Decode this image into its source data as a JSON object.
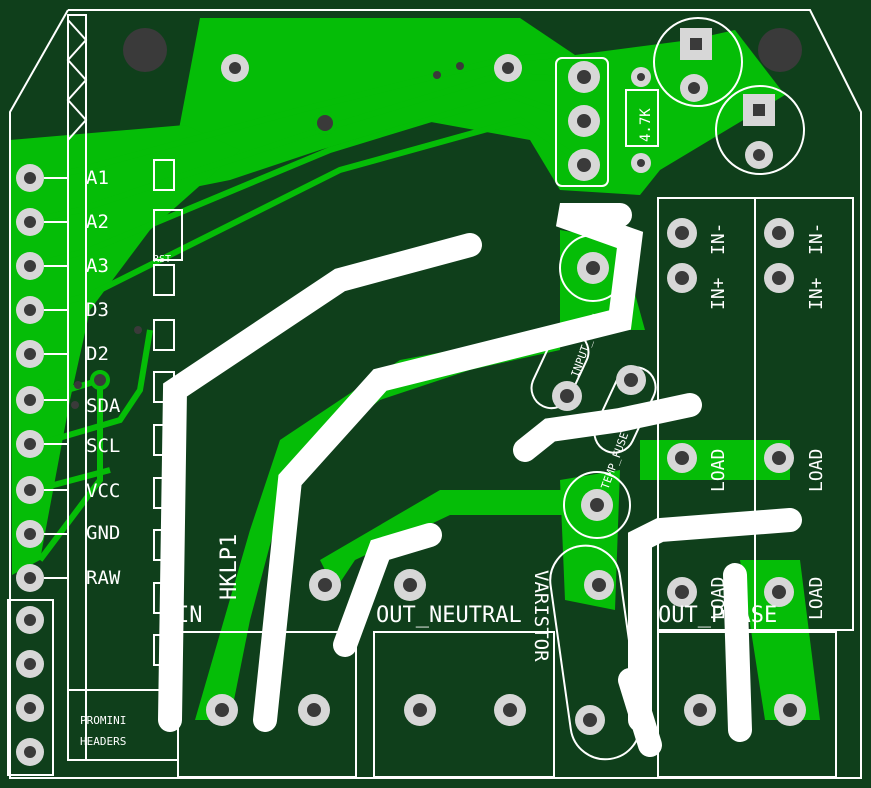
{
  "colors": {
    "board": "#0f3f1b",
    "copper": "#05bd07",
    "copper_dark": "#0a8f10",
    "silk": "#ffffff",
    "pad_ring": "#d7d7d7",
    "pad_hole": "#3a3a3a",
    "mount_hole": "#3a3a3a"
  },
  "pin_labels": [
    "A1",
    "A2",
    "A3",
    "D3",
    "D2",
    "SDA",
    "SCL",
    "VCC",
    "GND",
    "RAW"
  ],
  "component_labels": {
    "rst": "RST",
    "resistor": "4.7K",
    "hlk": "HKLP1",
    "input_fuse": "INPUT_FUSE",
    "temp_fuse": "TEMP_FUSE",
    "varistor": "VARISTOR",
    "promini_1": "PROMINI",
    "promini_2": "HEADERS"
  },
  "terminal_labels": {
    "in_neg_1": "IN-",
    "in_pos_1": "IN+",
    "load_1a": "LOAD",
    "load_1b": "LOAD",
    "in_neg_2": "IN-",
    "in_pos_2": "IN+",
    "load_2a": "LOAD",
    "load_2b": "LOAD"
  },
  "connector_labels": {
    "in": "IN",
    "out_neutral": "OUT_NEUTRAL",
    "out_phase": "OUT_PHASE"
  }
}
